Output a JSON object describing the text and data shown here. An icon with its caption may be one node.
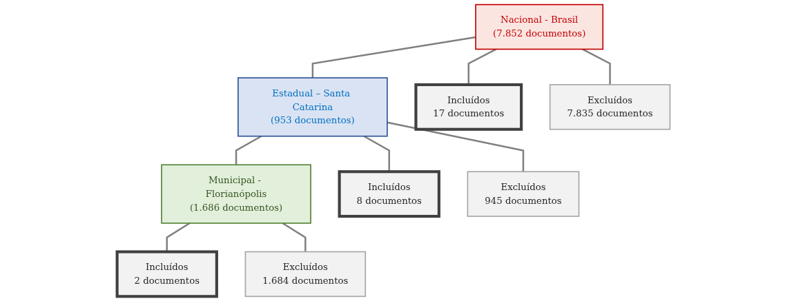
{
  "diagram": {
    "nodes": [
      {
        "text": [
          "Nacional - Brasil",
          "(7.852 documentos)"
        ]
      },
      {
        "text": [
          "Estadual – Santa Catarina",
          "(953 documentos)"
        ]
      },
      {
        "text": [
          "Municipal - Florianópolis",
          "(1.686 documentos)"
        ]
      },
      {
        "text": [
          "Incluídos",
          "17 documentos"
        ]
      },
      {
        "text": [
          "Excluídos",
          "7.835 documentos"
        ]
      },
      {
        "text": [
          "Incluídos",
          "8 documentos"
        ]
      },
      {
        "text": [
          "Excluídos",
          "945 documentos"
        ]
      },
      {
        "text": [
          "Incluídos",
          "2 documentos"
        ]
      },
      {
        "text": [
          "Excluídos",
          "1.684 documentos"
        ]
      }
    ],
    "edges": [
      {
        "from": 0,
        "to": 1,
        "arrow": "none"
      },
      {
        "from": 1,
        "to": 2,
        "arrow": "none"
      },
      {
        "from": 0,
        "to": 3,
        "arrow": "none"
      },
      {
        "from": 0,
        "to": 4,
        "arrow": "none"
      },
      {
        "from": 1,
        "to": 5,
        "arrow": "none"
      },
      {
        "from": 1,
        "to": 6,
        "arrow": "none"
      },
      {
        "from": 2,
        "to": 7,
        "arrow": "none"
      },
      {
        "from": 2,
        "to": 8,
        "arrow": "none"
      }
    ]
  }
}
